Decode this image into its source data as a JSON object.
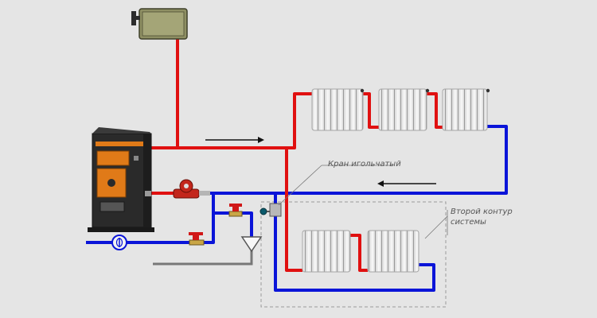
{
  "labels": {
    "needle_valve": "Кран игольчатый",
    "second_circuit_line1": "Второй контур",
    "second_circuit_line2": "системы"
  },
  "colors": {
    "supply_pipe": "#e01010",
    "return_pipe": "#0a14d8",
    "drain_pipe": "#777777",
    "boiler_accent": "#e07a18",
    "background": "#e5e5e5"
  },
  "icons": {
    "pump": "circulation-pump-icon",
    "filter": "filter-icon",
    "expansion_tank": "expansion-tank-icon",
    "drain_funnel": "funnel-icon",
    "valve": "ball-valve-icon",
    "needle_valve": "needle-valve-icon"
  }
}
